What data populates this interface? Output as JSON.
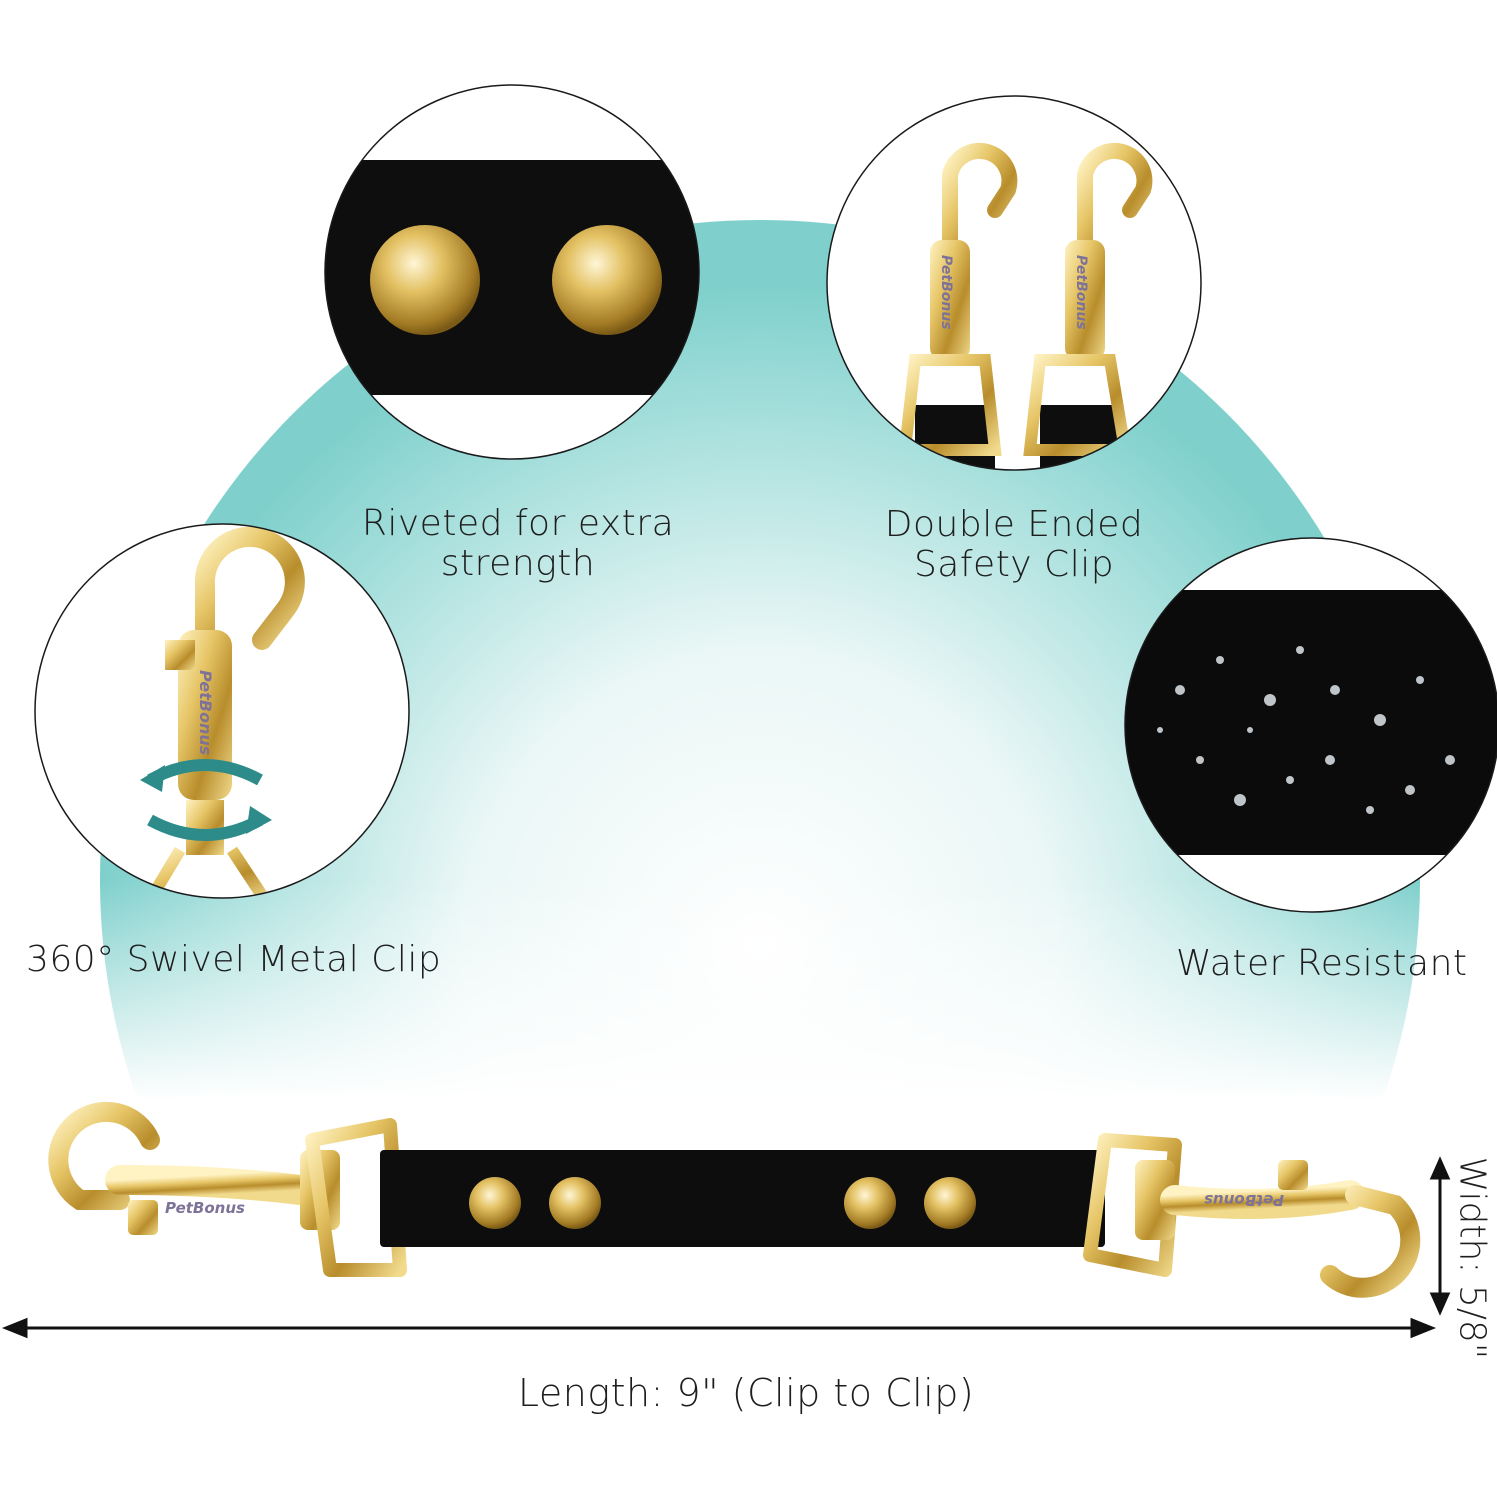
{
  "features": {
    "riveted": "Riveted for extra strength",
    "riveted_line1": "Riveted for extra",
    "riveted_line2": "strength",
    "double_line1": "Double Ended",
    "double_line2": "Safety Clip",
    "swivel": "360° Swivel Metal Clip",
    "water": "Water Resistant"
  },
  "dimensions": {
    "length": "Length: 9\" (Clip to Clip)",
    "width": "Width: 5/8\""
  },
  "brand": "PetBonus",
  "colors": {
    "teal": "#7fd0cc",
    "gold": "#d8b552",
    "strap": "#0d0d0d",
    "arrow_teal": "#2d8c8a"
  }
}
